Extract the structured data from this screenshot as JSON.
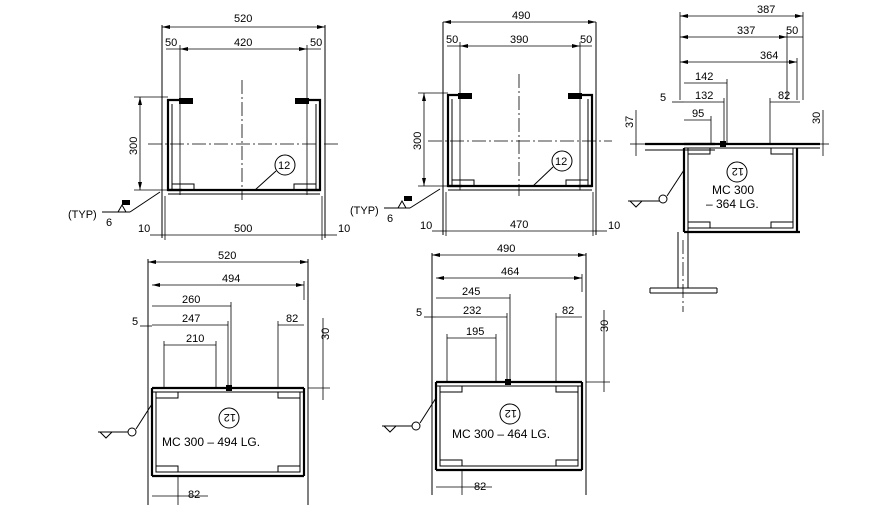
{
  "mark": "12",
  "typ": "(TYP)",
  "weld": "6",
  "d1": {
    "top": "520",
    "sub": "420",
    "e1": "50",
    "e2": "50",
    "ht": "300",
    "bot": "500",
    "gl": "10",
    "gr": "10"
  },
  "d2": {
    "top": "490",
    "sub": "390",
    "e1": "50",
    "e2": "50",
    "ht": "300",
    "bot": "470",
    "gl": "10",
    "gr": "10"
  },
  "d3": {
    "a": "387",
    "b": "337",
    "c": "50",
    "d": "364",
    "e": "142",
    "f": "132",
    "g": "95",
    "h": "5",
    "i": "82",
    "j": "37",
    "k": "30",
    "note1": "MC 300",
    "note2": "– 364 LG."
  },
  "d4": {
    "a": "520",
    "b": "494",
    "c": "260",
    "d": "247",
    "e": "210",
    "f": "5",
    "g": "82",
    "h": "30",
    "i": "82",
    "note": "MC 300 – 494 LG."
  },
  "d5": {
    "a": "490",
    "b": "464",
    "c": "245",
    "d": "232",
    "e": "195",
    "f": "5",
    "g": "82",
    "h": "30",
    "i": "82",
    "note": "MC 300 – 464 LG."
  }
}
